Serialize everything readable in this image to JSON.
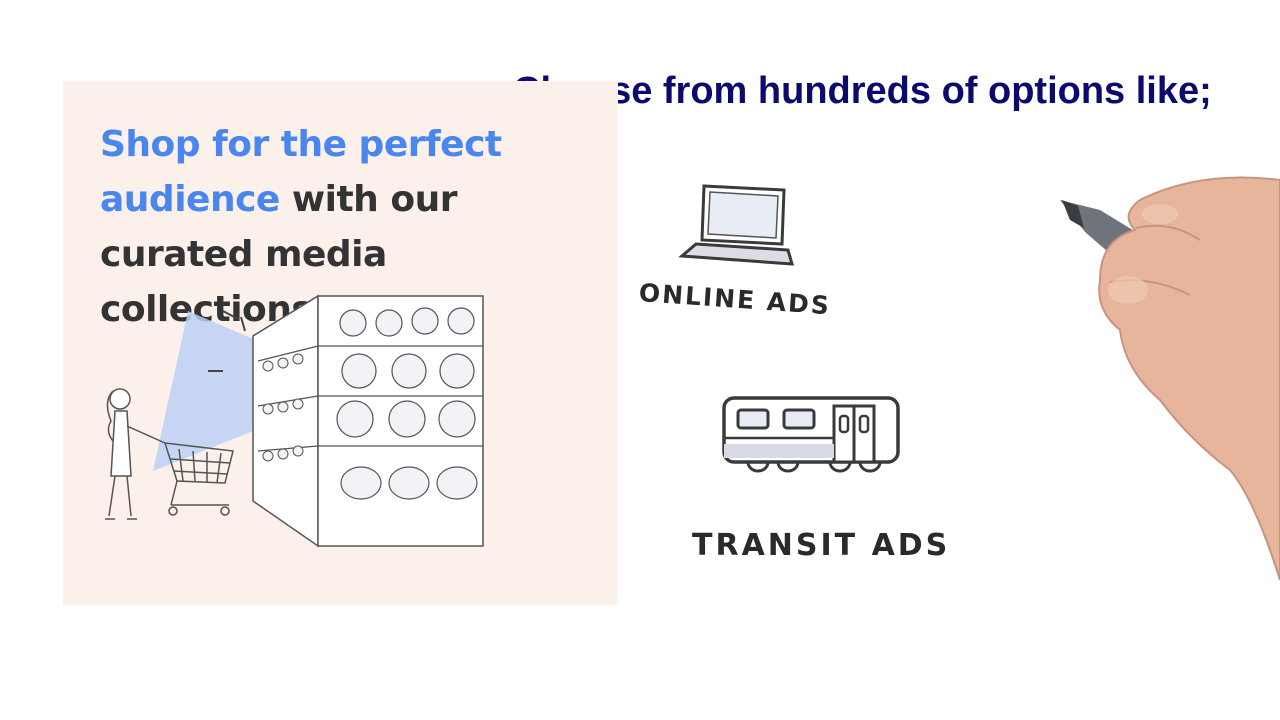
{
  "headline": "Choose from hundreds of options like;",
  "panel": {
    "title_highlight": "Shop for the perfect audience",
    "title_rest": " with our curated media collections"
  },
  "options": [
    {
      "label": "ONLINE ADS",
      "icon": "laptop-icon"
    },
    {
      "label": "TRANSIT ADS",
      "icon": "train-icon"
    }
  ],
  "colors": {
    "headline": "#0b0b6b",
    "highlight": "#4a86f0",
    "panel_bg": "#fbf0ea"
  }
}
